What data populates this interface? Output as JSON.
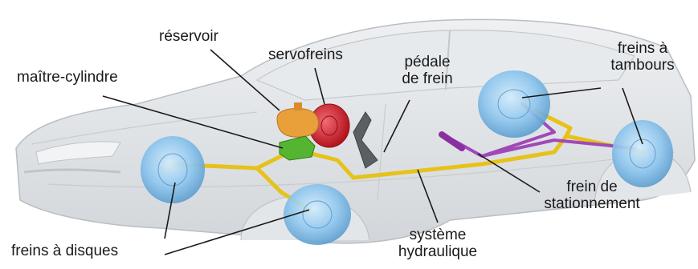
{
  "labels": {
    "reservoir": "réservoir",
    "servofreins": "servofreins",
    "maitre_cylindre": "maître-cylindre",
    "pedale_line1": "pédale",
    "pedale_line2": "de frein",
    "tambours_line1": "freins à",
    "tambours_line2": "tambours",
    "stationnement_line1": "frein de",
    "stationnement_line2": "stationnement",
    "hydraulique_line1": "système",
    "hydraulique_line2": "hydraulique",
    "disques": "freins à disques"
  },
  "colors": {
    "car_body": "#dcdfe2",
    "car_outline": "#b9bec3",
    "brake_disc": "#8ec6ee",
    "brake_line": "#e6c21a",
    "parking_cable": "#a049b8",
    "servo": "#d8232e",
    "reservoir": "#e9a03b",
    "master_cylinder": "#55b531",
    "pedal": "#5a5f63",
    "leader_line": "#1a1a1a"
  }
}
